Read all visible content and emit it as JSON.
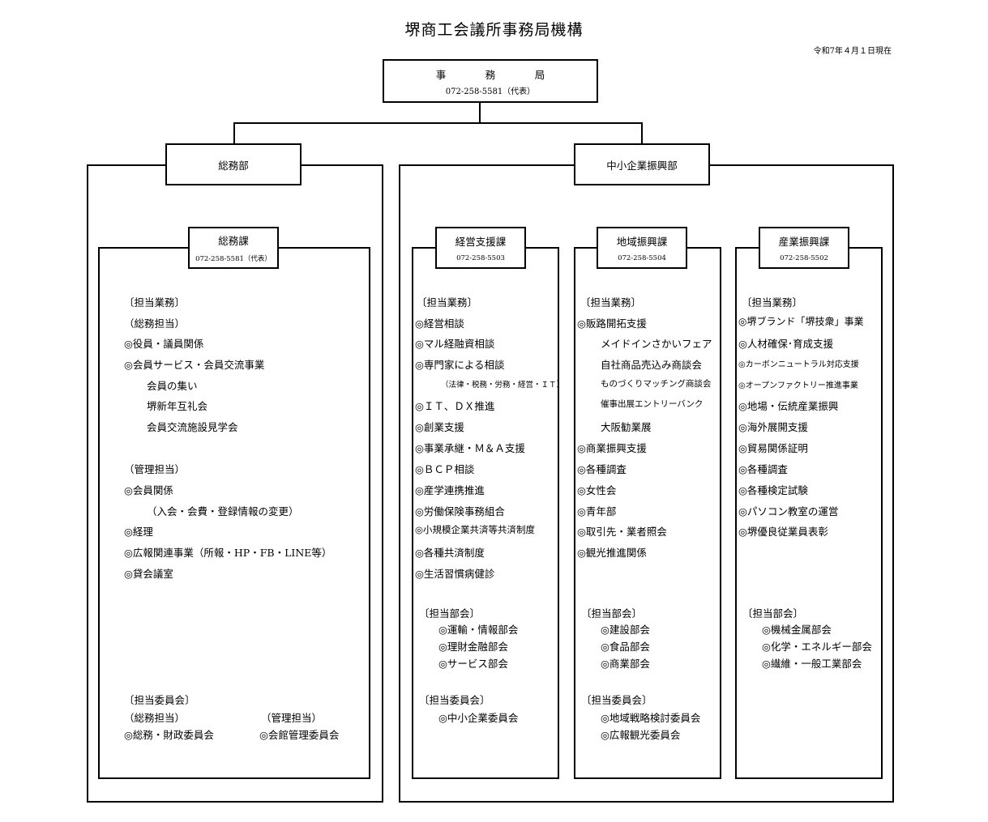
{
  "title": "堺商工会議所事務局機構",
  "as_of": "令和7年４月１日現在",
  "top": {
    "name": "事　務　局",
    "phone": "072-258-5581（代表）"
  },
  "soumu_dept": {
    "name": "総務部",
    "section": {
      "name": "総務課",
      "phone": "072-258-5581（代表）",
      "duties_header": "〔担当業務〕",
      "sub1": "（総務担当）",
      "items1": [
        "◎役員・議員関係",
        "◎会員サービス・会員交流事業",
        "会員の集い",
        "堺新年互礼会",
        "会員交流施設見学会"
      ],
      "sub2": "（管理担当）",
      "items2": [
        "◎会員関係",
        "（入会・会費・登録情報の変更）",
        "◎経理",
        "◎広報関連事業（所報・HP・FB・LINE等）",
        "◎貸会議室"
      ],
      "committee_header": "〔担当委員会〕",
      "committee_sub1": "（総務担当）",
      "committee_sub2": "（管理担当）",
      "committee1": "◎総務・財政委員会",
      "committee2": "◎会館管理委員会"
    }
  },
  "sme_dept": {
    "name": "中小企業振興部",
    "sections": [
      {
        "name": "経営支援課",
        "phone": "072-258-5503",
        "duties_header": "〔担当業務〕",
        "items": [
          "◎経営相談",
          "◎マル経融資相談",
          "◎専門家による相談",
          "（法律・税務・労務・経営・ＩＴ）",
          "◎ＩＴ、ＤＸ推進",
          "◎創業支援",
          "◎事業承継・Ｍ＆Ａ支援",
          "◎ＢＣＰ相談",
          "◎産学連携推進",
          "◎労働保険事務組合",
          "◎小規模企業共済等共済制度",
          "◎各種共済制度",
          "◎生活習慣病健診"
        ],
        "division_header": "〔担当部会〕",
        "divisions": [
          "◎運輸・情報部会",
          "◎理財金融部会",
          "◎サービス部会"
        ],
        "committee_header": "〔担当委員会〕",
        "committees": [
          "◎中小企業委員会"
        ]
      },
      {
        "name": "地域振興課",
        "phone": "072-258-5504",
        "duties_header": "〔担当業務〕",
        "items": [
          "◎販路開拓支援",
          "メイドインさかいフェア",
          "自社商品売込み商談会",
          "ものづくりマッチング商談会",
          "催事出展エントリーバンク",
          "大阪勧業展",
          "◎商業振興支援",
          "◎各種調査",
          "◎女性会",
          "◎青年部",
          "◎取引先・業者照会",
          "◎観光推進関係"
        ],
        "division_header": "〔担当部会〕",
        "divisions": [
          "◎建設部会",
          "◎食品部会",
          "◎商業部会"
        ],
        "committee_header": "〔担当委員会〕",
        "committees": [
          "◎地域戦略検討委員会",
          "◎広報観光委員会"
        ]
      },
      {
        "name": "産業振興課",
        "phone": "072-258-5502",
        "duties_header": "〔担当業務〕",
        "items": [
          "◎堺ブランド「堺技衆」事業",
          "◎人材確保･育成支援",
          "◎カーボンニュートラル対応支援",
          "◎オープンファクトリー推進事業",
          "◎地場・伝統産業振興",
          "◎海外展開支援",
          "◎貿易関係証明",
          "◎各種調査",
          "◎各種検定試験",
          "◎パソコン教室の運営",
          "◎堺優良従業員表彰"
        ],
        "division_header": "〔担当部会〕",
        "divisions": [
          "◎機械金属部会",
          "◎化学・エネルギー部会",
          "◎繊維・一般工業部会"
        ]
      }
    ]
  }
}
